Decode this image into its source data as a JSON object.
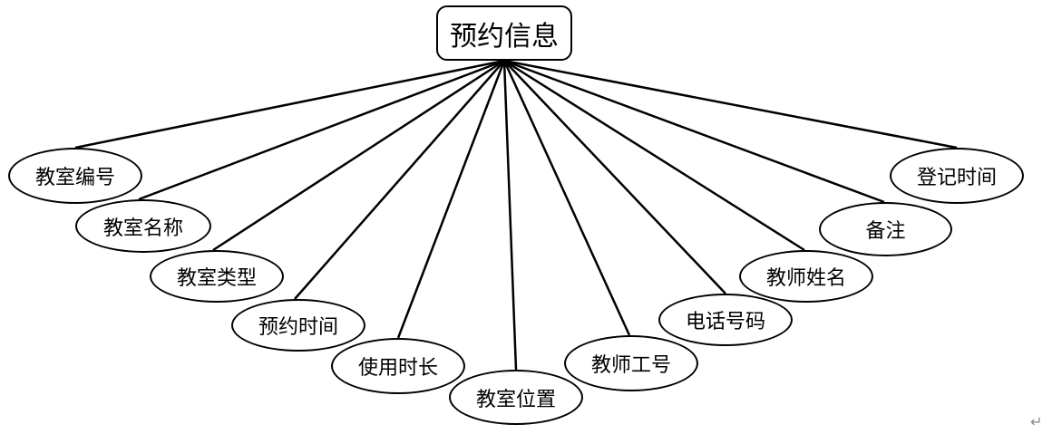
{
  "entity": {
    "label": "预约信息"
  },
  "attributes": [
    {
      "label": "教室编号"
    },
    {
      "label": "教室名称"
    },
    {
      "label": "教室类型"
    },
    {
      "label": "预约时间"
    },
    {
      "label": "使用时长"
    },
    {
      "label": "教室位置"
    },
    {
      "label": "教师工号"
    },
    {
      "label": "电话号码"
    },
    {
      "label": "教师姓名"
    },
    {
      "label": "备注"
    },
    {
      "label": "登记时间"
    }
  ],
  "colors": {
    "line": "#000000",
    "fill": "#ffffff",
    "text": "#000000"
  },
  "paragraph_mark": "↵"
}
